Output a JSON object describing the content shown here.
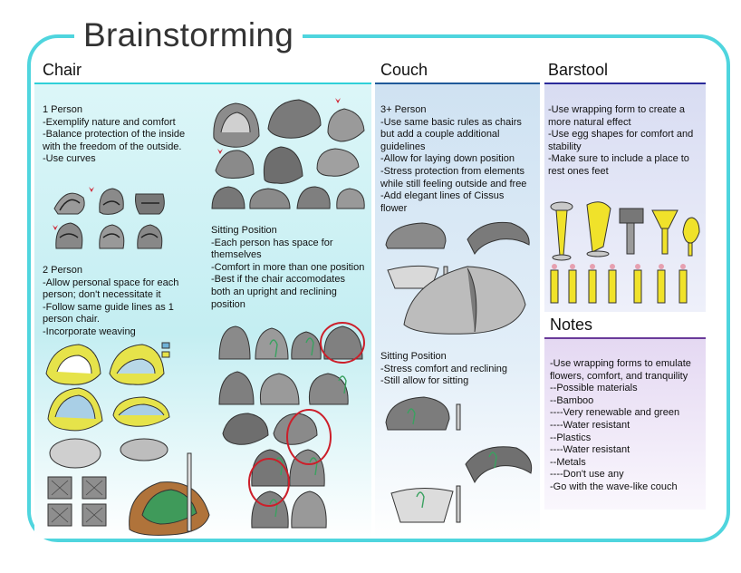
{
  "title": "Brainstorming",
  "chair": {
    "heading": "Chair",
    "one_person": {
      "title": "1 Person",
      "lines": [
        "-Exemplify nature and comfort",
        "-Balance protection of the inside",
        "with the freedom of the outside.",
        "-Use curves"
      ]
    },
    "two_person": {
      "title": "2 Person",
      "lines": [
        "-Allow personal space for each",
        "person; don't necessitate it",
        "-Follow same guide lines as 1",
        "person chair.",
        "-Incorporate weaving"
      ]
    },
    "sitting": {
      "title": "Sitting Position",
      "lines": [
        "-Each person has space for",
        "themselves",
        "-Comfort in more than one position",
        "-Best if the chair accomodates",
        "both an upright and reclining",
        "position"
      ]
    }
  },
  "couch": {
    "heading": "Couch",
    "three_person": {
      "title": "3+ Person",
      "lines": [
        "-Use same basic rules as chairs",
        "but add a couple additional",
        "guidelines",
        "-Allow for laying down position",
        "-Stress protection from elements",
        "while still feeling outside and free",
        "-Add elegant lines of Cissus",
        "flower"
      ]
    },
    "sitting": {
      "title": "Sitting Position",
      "lines": [
        "-Stress comfort and reclining",
        "-Still allow for sitting"
      ]
    }
  },
  "barstool": {
    "heading": "Barstool",
    "lines": [
      "-Use wrapping form to create a",
      "more natural effect",
      "-Use egg shapes for comfort and",
      "stability",
      "-Make sure to include a place to",
      "rest ones feet"
    ]
  },
  "notes": {
    "heading": "Notes",
    "lines": [
      "-Use wrapping forms to emulate",
      "flowers, comfort, and tranquility",
      "--Possible materials",
      "--Bamboo",
      "----Very renewable and green",
      "----Water resistant",
      "--Plastics",
      "----Water resistant",
      "--Metals",
      "----Don't use any",
      "-Go with the wave-like couch"
    ]
  },
  "colors": {
    "frame": "#4fd5de",
    "chair_rule": "#2fd0d8",
    "couch_rule": "#1f5a9a",
    "barstool_rule": "#2a2a9a",
    "notes_rule": "#6a3a9a"
  }
}
